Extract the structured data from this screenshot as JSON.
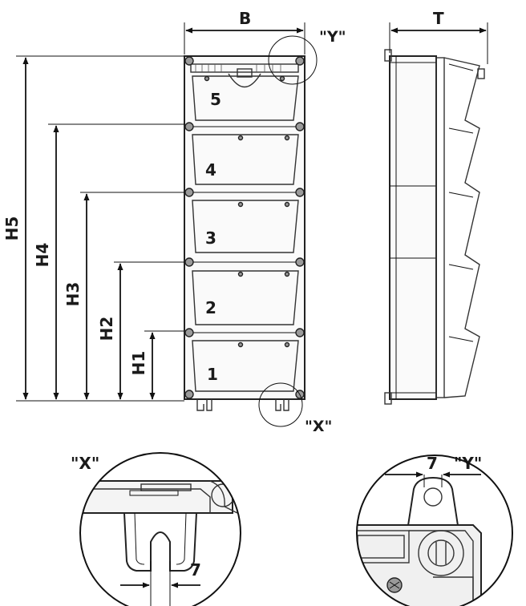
{
  "labels": {
    "width": "B",
    "depth": "T",
    "h1": "H1",
    "h2": "H2",
    "h3": "H3",
    "h4": "H4",
    "h5": "H5",
    "detail_x": "\"X\"",
    "detail_y": "\"Y\"",
    "detail_x_callout": "\"X\"",
    "detail_y_callout": "\"Y\""
  },
  "modules": [
    "1",
    "2",
    "3",
    "4",
    "5"
  ],
  "detail_x_value": "7",
  "detail_y_value": "7"
}
